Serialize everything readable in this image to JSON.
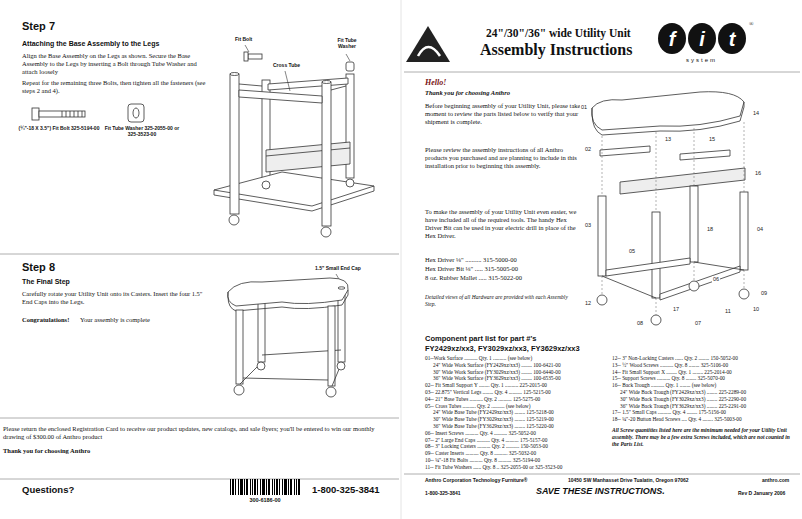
{
  "diagram": {
    "title": "Assembly Instructions",
    "nodes": [
      {
        "text": [
          "f"
        ]
      },
      {
        "text": [
          "i"
        ]
      },
      {
        "text": [
          "t"
        ]
      }
    ],
    "labels": [
      "Step 7",
      "Attaching the Base Assembly to the Legs",
      "Align the Base Assembly on the Legs as shown. Secure the Base Assembly to the Legs by inserting a Bolt through Tube Washer and attach loosely",
      "Repeat for the remaining three Bolts, then tighten all the fasteners (see steps 2 and 4).",
      "Fit Bolt",
      "Fit Tube Washer",
      "Cross Tube",
      "(¼\"-18 X 3.5\") Fit Bolt 325-5194-00",
      "Fit Tube Washer 325-2055-00 or 325-3523-00",
      "Step 8",
      "The Final Step",
      "Carefully rotate your Utility Unit onto its Casters. Insert the four 1.5\" End Caps into the Legs.",
      "Congratulations!",
      "Your assembly is complete",
      "1.5\" Small End Cap",
      "Please return the enclosed Registration Card to receive our product updates, new catalogs, and sale flyers; you'll be entered to win our monthly drawing of $300.00 of Anthro product",
      "Thank you for choosing Anthro",
      "Questions?",
      "300-6186-00",
      "1-800-325-3841",
      "24\"/30\"/36\" wide Utility Unit",
      "®",
      "system",
      "Hello!",
      "Thank you for choosing Anthro",
      "Before beginning assembly of your Utility Unit, please take a moment to review the parts listed below to verify that your shipment is complete.",
      "Please review the assembly instructions of all Anthro products you purchased and are planning to include in this installation prior to beginning this assembly.",
      "To make the assembly of your Utility Unit even easier, we have included all of the required tools. The handy Hex Driver Bit can be used in your electric drill in place of the Hex Driver.",
      "Hex Driver ⅛\" .......... 315-5000-00",
      "Hex Driver Bit ⅛\" ..... 315-5005-00",
      "8 oz. Rubber Mallet ..... 315-5022-00",
      "Detailed views of all Hardware are provided with each Assembly Step.",
      "01",
      "14",
      "02",
      "16",
      "13",
      "15",
      "03",
      "05",
      "04",
      "06",
      "12",
      "08",
      "09",
      "17",
      "11",
      "10",
      "07",
      "18",
      "Component part list for part #'s",
      "FY2429xz/xx3, FY3029xz/xx3, FY3629xz/xx3",
      "01--Work Surface .......... Qty. 1 .......... (see below)",
      "24\" Wide Work Surface (FY2429xz/xx3) ........ 100-6421-00",
      "30\" Wide Work Surface (FY3029xz/xx3) ........ 100-6440-00",
      "36\" Wide Work Surface (FY3629xz/xx3) ........ 100-6535-00",
      "02-- Fit Small Support Y ........ Qty. 1 .......... 225-2015-00",
      "03-- 22.875\" Vertical Legs ........ Qty. 4 .......... 125-5215-00",
      "04-- 21\" Base Tubes .......... Qty. 2 .......... 125-5275-00",
      "05-- Cross Tubes .......... Qty. 2 .......... (see below)",
      "24\" Wide Base Tube (FY2429xz/xx3) ........ 125-5218-00",
      "30\" Wide Base Tube (FY3029xz/xx3) ........ 125-5219-00",
      "36\" Wide Base Tube (FY3629xz/xx3) ........ 125-5220-00",
      "06-- Insert Screws .......... Qty. 4 .......... 325-5052-00",
      "07-- 2\" Large End Caps .......... Qty. 4 .......... 175-5157-00",
      "08-- 3\" Locking Casters .......... Qty. 2 .......... 150-5053-00",
      "09-- Caster Inserts .......... Qty. 8 .......... 325-5032-00",
      "10-- ¼\"-18 Fit Bolts .......... Qty. 8 .......... 325-5194-00",
      "11-- Fit Tube Washers ...... Qty. 8 .. 325-2055-00 or 325-3523-00",
      "12-- 3\" Non-Locking Casters ...... Qty. 2 ........ 150-5052-00",
      "13-- ½\" Wood Screws .......... Qty. 8 ........ 325-5106-00",
      "14-- Fit Small Support X ........ Qty. 1 ........ 225-2014-00",
      "15-- Support Screws .......... Qty. 8 ........ 325-5070-00",
      "16-- Back Trough .......... Qty. 1 ........ (see below)",
      "24\" Wide Back Trough (FY2429xz/xx3) ........ 225-2289-00",
      "30\" Wide Back Trough (FY3029xz/xx3) ........ 225-2290-00",
      "36\" Wide Back Trough (FY3629xz/xx3) ........ 225-2291-00",
      "17-- 1.5\" Small Caps .......... Qty. 4 ........ 175-5156-00",
      "18-- ¼\"-20 Button Head Screws .... Qty. 4 ........ 325-5003-00",
      "All Screw quantities listed here are the minimum needed for your Utility Unit assembly. There may be a few extra Screws included, which are not counted in the Parts List.",
      "Anthro Corporation Technology Furniture®",
      "10450 SW Manhasset Drive Tualatin, Oregon 97062",
      "anthro.com",
      "1-800-325-3841",
      "SAVE THESE INSTRUCTIONS.",
      "Rev D January 2006"
    ]
  }
}
